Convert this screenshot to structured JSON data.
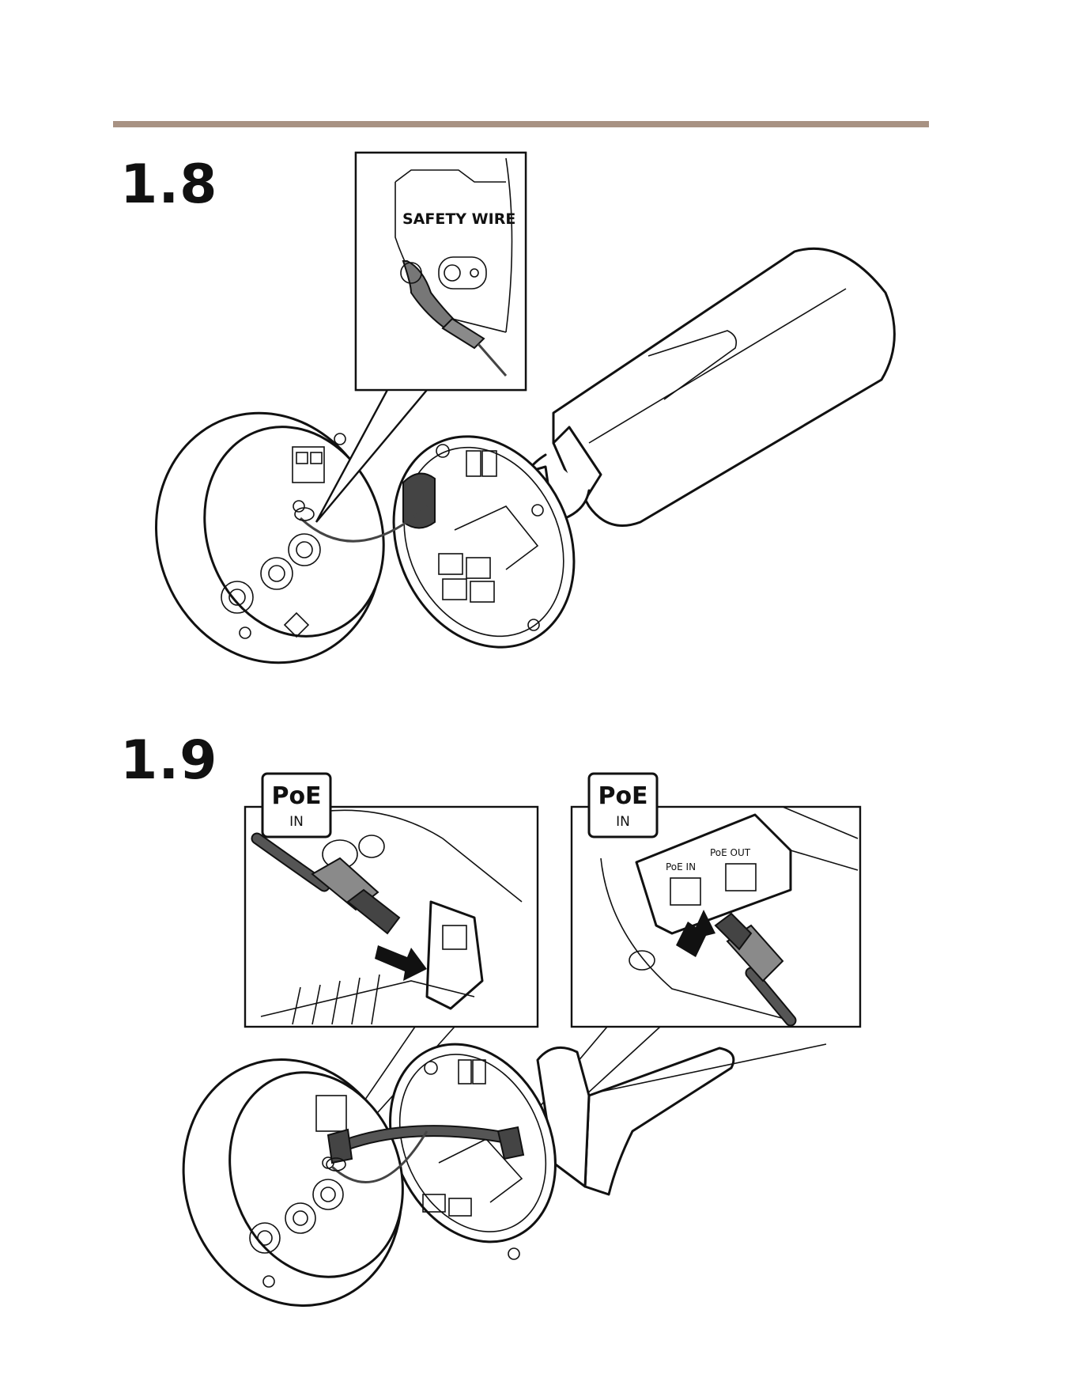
{
  "steps": [
    {
      "number": "1.8",
      "callout_label": "SAFETY WIRE"
    },
    {
      "number": "1.9",
      "badges": [
        {
          "main": "PoE",
          "sub": "IN"
        },
        {
          "main": "PoE",
          "sub": "IN"
        }
      ],
      "port_labels": [
        "PoE IN",
        "PoE OUT"
      ]
    }
  ],
  "colors": {
    "rule": "#a89283"
  }
}
